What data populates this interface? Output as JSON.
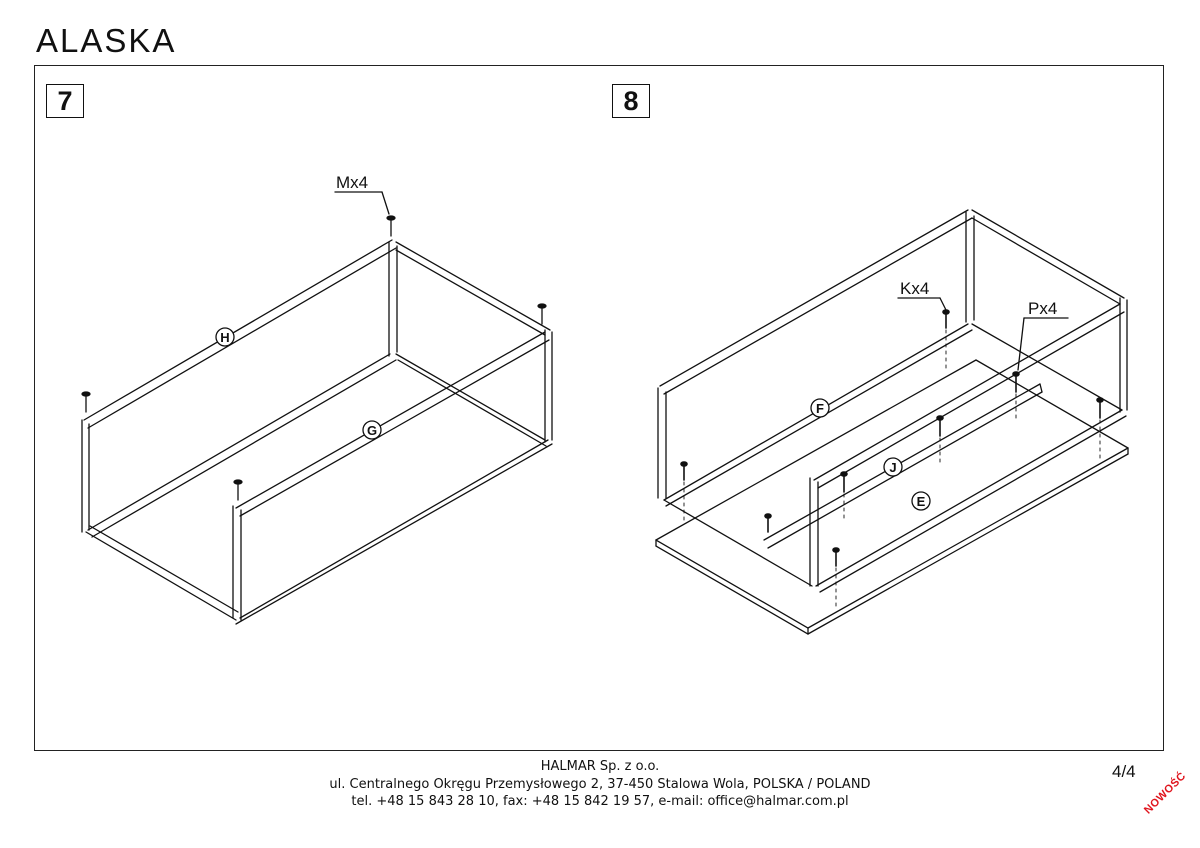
{
  "document": {
    "title": "ALASKA",
    "page": "4/4",
    "badge": "NOWOŚĆ"
  },
  "steps": [
    {
      "number": "7",
      "hardware": [
        {
          "callout": "Mx4"
        }
      ],
      "parts": [
        "H",
        "G"
      ]
    },
    {
      "number": "8",
      "hardware": [
        {
          "callout": "Kx4"
        },
        {
          "callout": "Px4"
        }
      ],
      "parts": [
        "F",
        "J",
        "E"
      ]
    }
  ],
  "footer": {
    "company": "HALMAR Sp. z o.o.",
    "address": "ul. Centralnego Okręgu Przemysłowego 2, 37-450 Stalowa Wola, POLSKA / POLAND",
    "contact": "tel. +48 15 843 28 10, fax: +48 15 842 19 57, e-mail: office@halmar.com.pl"
  },
  "colors": {
    "line": "#111111",
    "badge": "#e0141d"
  }
}
